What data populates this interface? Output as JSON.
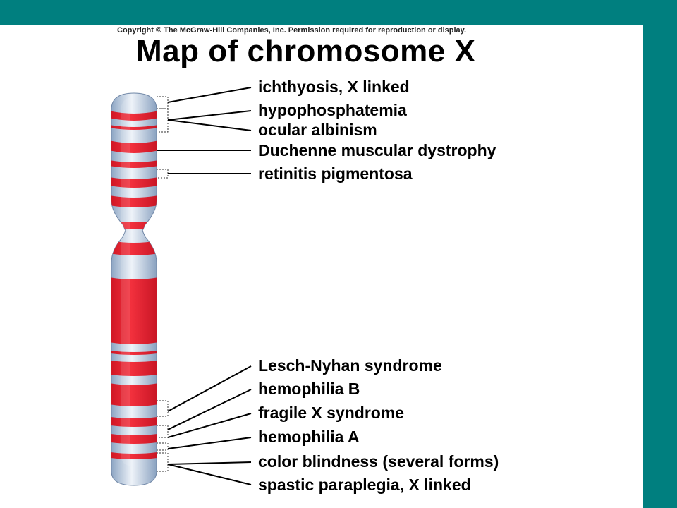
{
  "copyright": "Copyright © The McGraw-Hill Companies, Inc. Permission required for reproduction or display.",
  "title": "Map of chromosome X",
  "colors": {
    "background_frame": "#007f7f",
    "band_red": "#e01e2e",
    "chromatid_blue": "#b9cbe0"
  },
  "gene_labels": [
    {
      "id": "ichthyosis",
      "text": "ichthyosis, X linked"
    },
    {
      "id": "hypophosphatemia",
      "text": "hypophosphatemia"
    },
    {
      "id": "ocular-albinism",
      "text": "ocular albinism"
    },
    {
      "id": "duchenne",
      "text": "Duchenne muscular dystrophy"
    },
    {
      "id": "retinitis",
      "text": "retinitis pigmentosa"
    },
    {
      "id": "lesch-nyhan",
      "text": "Lesch-Nyhan syndrome"
    },
    {
      "id": "hemophilia-b",
      "text": "hemophilia B"
    },
    {
      "id": "fragile-x",
      "text": "fragile X syndrome"
    },
    {
      "id": "hemophilia-a",
      "text": "hemophilia A"
    },
    {
      "id": "color-blindness",
      "text": "color blindness (several forms)"
    },
    {
      "id": "spastic-paraplegia",
      "text": "spastic paraplegia, X linked"
    }
  ]
}
